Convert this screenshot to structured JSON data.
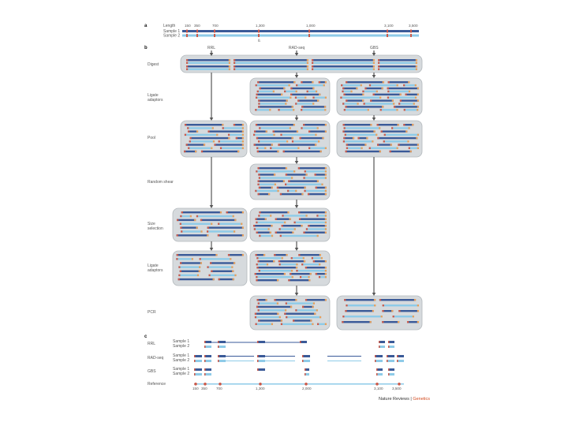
{
  "panels": {
    "a": "a",
    "b": "b",
    "c": "c"
  },
  "panel_a": {
    "length_label": "Length",
    "ticks": [
      "150",
      "350",
      "700",
      "1,300",
      "1,000",
      "3,100",
      "3,500"
    ],
    "samples": [
      "Sample 1",
      "Sample 2"
    ],
    "marker": "ß"
  },
  "panel_b": {
    "methods": [
      "RRL",
      "RAD-seq",
      "GBS"
    ],
    "rows": {
      "digest": "Digest",
      "ligate1_l1": "Ligate",
      "ligate1_l2": "adaptors",
      "pool": "Pool",
      "shear": "Random shear",
      "size_l1": "Size",
      "size_l2": "selection",
      "ligate2_l1": "Ligate",
      "ligate2_l2": "adaptors",
      "pcr": "PCR"
    }
  },
  "panel_c": {
    "groups": [
      {
        "name": "RRL",
        "samples": [
          "Sample 1",
          "Sample 2"
        ]
      },
      {
        "name": "RAD-seq",
        "samples": [
          "Sample 1",
          "Sample 2"
        ]
      },
      {
        "name": "GBS",
        "samples": [
          "Sample 1",
          "Sample 2"
        ]
      }
    ],
    "reference": "Reference",
    "ticks": [
      "150",
      "350",
      "700",
      "1,300",
      "2,000",
      "3,100",
      "3,500"
    ]
  },
  "credit": {
    "journal": "Nature Reviews",
    "sep": " | ",
    "section": "Genetics"
  },
  "colors": {
    "dark": "#3a5a98",
    "light": "#8ecbe8",
    "red": "#cc5a4a",
    "orange": "#e9a05a",
    "box": "#d6dadd"
  }
}
